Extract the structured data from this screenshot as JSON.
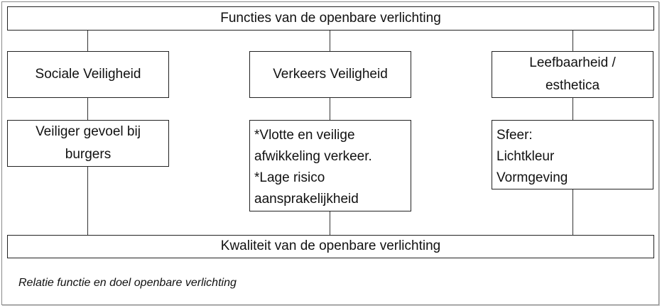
{
  "top": {
    "title": "Functies van de openbare verlichting"
  },
  "bottom": {
    "title": "Kwaliteit van de openbare verlichting"
  },
  "columns": [
    {
      "function": "Sociale Veiligheid",
      "goal": [
        "Veiliger gevoel bij",
        "burgers"
      ]
    },
    {
      "function": "Verkeers Veiligheid",
      "goal": [
        "*Vlotte en veilige",
        "afwikkeling verkeer.",
        "*Lage risico",
        "aansprakelijkheid"
      ]
    },
    {
      "function": [
        "Leefbaarheid /",
        "esthetica"
      ],
      "goal": [
        "Sfeer:",
        "Lichtkleur",
        "Vormgeving"
      ]
    }
  ],
  "caption": "Relatie functie en doel openbare verlichting"
}
